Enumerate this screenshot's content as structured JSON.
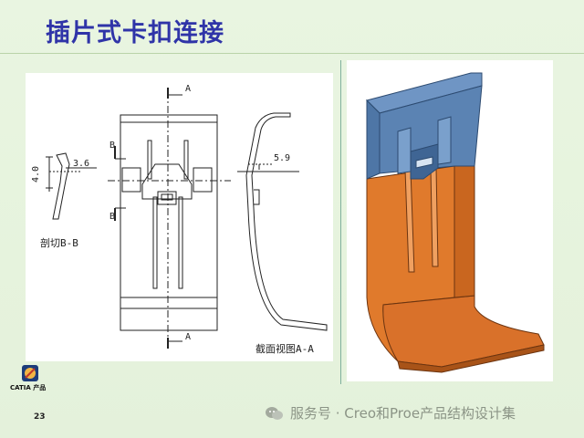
{
  "slide": {
    "title": "插片式卡扣连接",
    "page_number": "23"
  },
  "drawing": {
    "section_a_top": "A",
    "section_a_bottom": "A",
    "section_b_top": "B",
    "section_b_bottom": "B",
    "dim_height": "4.0",
    "dim_width": "3.6",
    "dim_offset": "5.9",
    "caption_bb": "剖切B-B",
    "caption_aa": "截面视图A-A"
  },
  "logo": {
    "label": "CATIA 产品",
    "icon": "catia-logo-icon"
  },
  "watermark": {
    "text": "服务号 · Creo和Proe产品结构设计集",
    "icon": "wechat-icon"
  },
  "colors": {
    "title": "#2f34a8",
    "background": "#e9f5e1",
    "render_blue": "#5b83b3",
    "render_orange": "#e07a2c"
  }
}
